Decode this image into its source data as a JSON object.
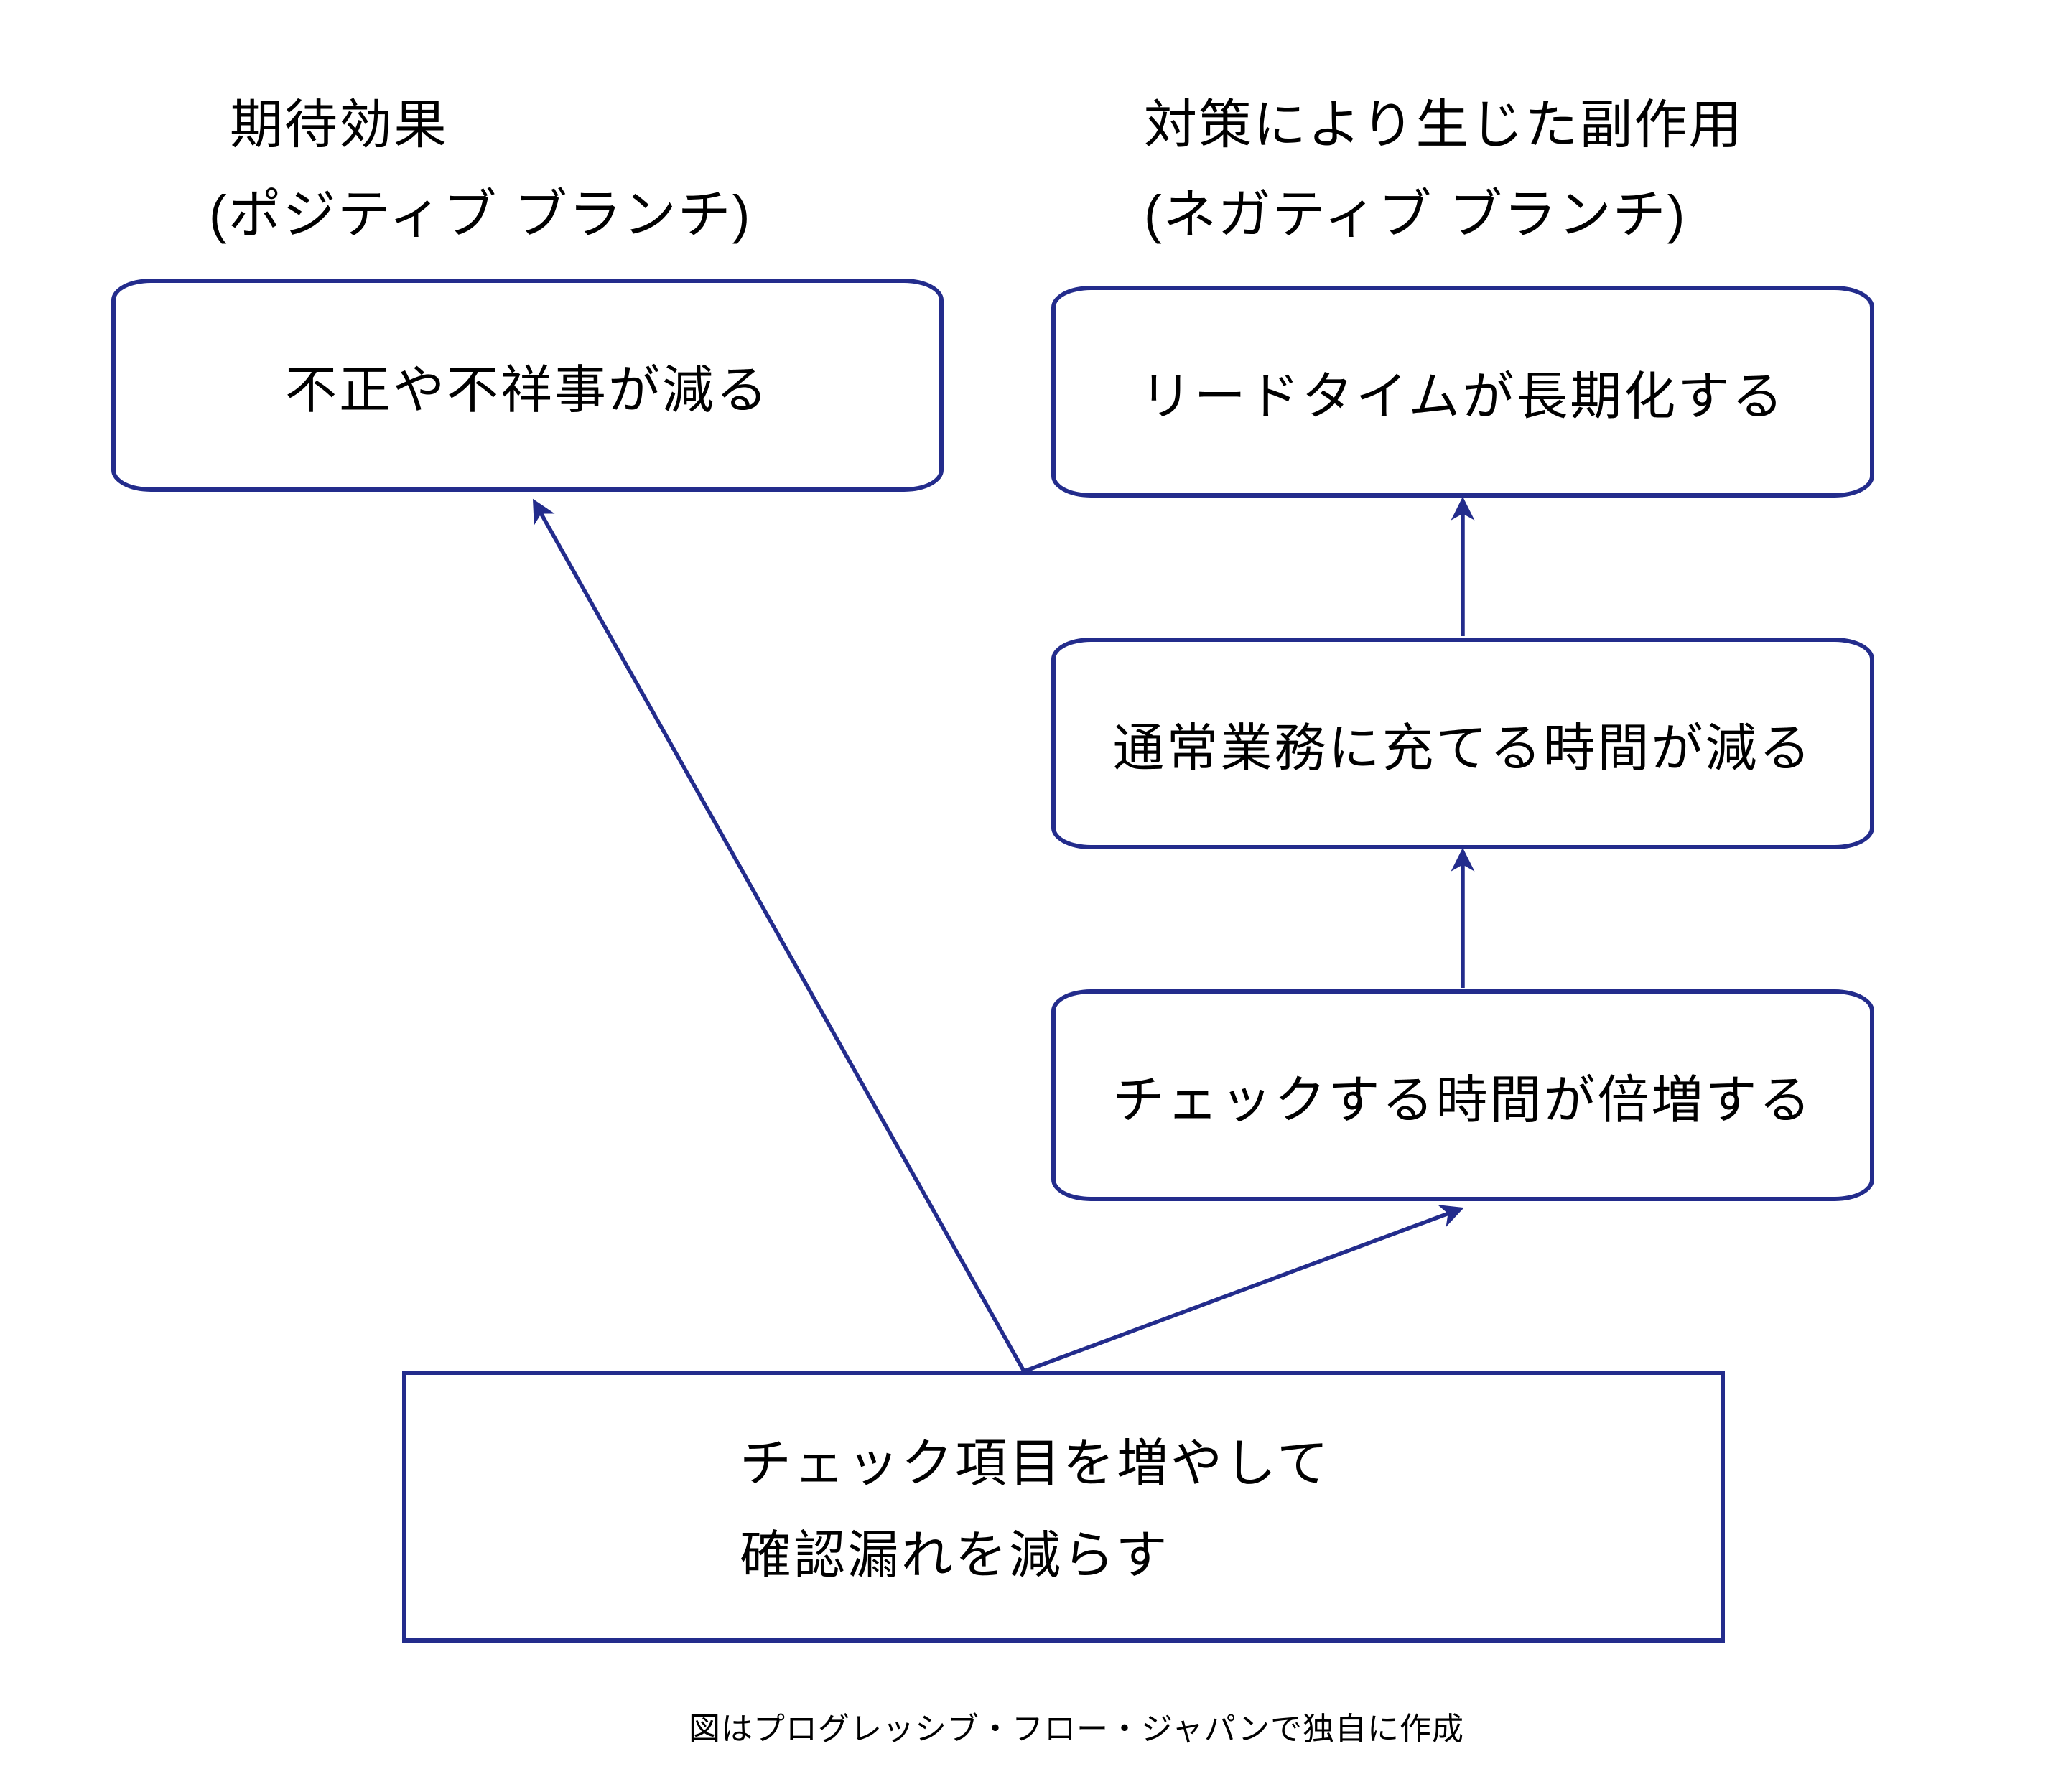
{
  "colors": {
    "line": "#232C8C",
    "ink": "#000000",
    "background": "#FFFFFF"
  },
  "headers": {
    "positive": {
      "title": "期待効果",
      "subtitle": "(ポジティブ ブランチ)"
    },
    "negative": {
      "title": "対策により生じた副作用",
      "subtitle": "(ネガティブ ブランチ)"
    }
  },
  "nodes": {
    "positive_effect": {
      "label": "不正や不祥事が減る"
    },
    "lead_time": {
      "label": "リードタイムが長期化する"
    },
    "regular_work_time": {
      "label": "通常業務に充てる時間が減る"
    },
    "check_time": {
      "label": "チェックする時間が倍増する"
    },
    "root_action": {
      "line1": "チェック項目を増やして",
      "line2": "確認漏れを減らす"
    }
  },
  "edges": [
    {
      "from": "root_action",
      "to": "positive_effect"
    },
    {
      "from": "root_action",
      "to": "check_time"
    },
    {
      "from": "check_time",
      "to": "regular_work_time"
    },
    {
      "from": "regular_work_time",
      "to": "lead_time"
    }
  ],
  "caption": "図はプログレッシブ・フロー・ジャパンで独自に作成"
}
